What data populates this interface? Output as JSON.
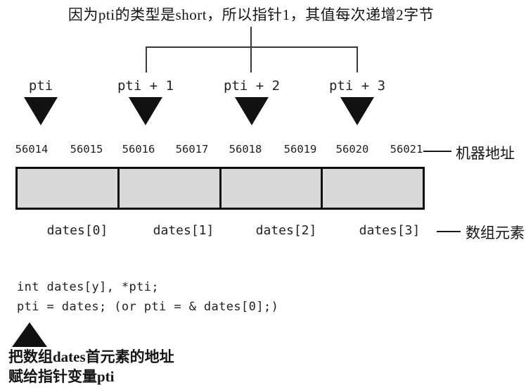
{
  "top_caption": "因为pti的类型是short，所以指针1，其值每次递增2字节",
  "pointers": {
    "items": [
      {
        "label": "pti"
      },
      {
        "label": "pti + 1"
      },
      {
        "label": "pti + 2"
      },
      {
        "label": "pti + 3"
      }
    ]
  },
  "addresses": {
    "values": [
      "56014",
      "56015",
      "56016",
      "56017",
      "56018",
      "56019",
      "56020",
      "56021"
    ],
    "axis_label": "机器地址"
  },
  "array": {
    "cells": [
      {
        "label": "dates[0]"
      },
      {
        "label": "dates[1]"
      },
      {
        "label": "dates[2]"
      },
      {
        "label": "dates[3]"
      }
    ],
    "axis_label": "数组元素"
  },
  "code": {
    "line1": "int dates[y], *pti;",
    "line2": "pti = dates; (or pti = & dates[0];)"
  },
  "footnote": {
    "line1": "把数组dates首元素的地址",
    "line2": "赋给指针变量pti"
  },
  "colors": {
    "background": "#ffffff",
    "cell_fill": "#d9d9d9",
    "bracket_line": "#3a3a3a",
    "triangle": "#111111"
  }
}
